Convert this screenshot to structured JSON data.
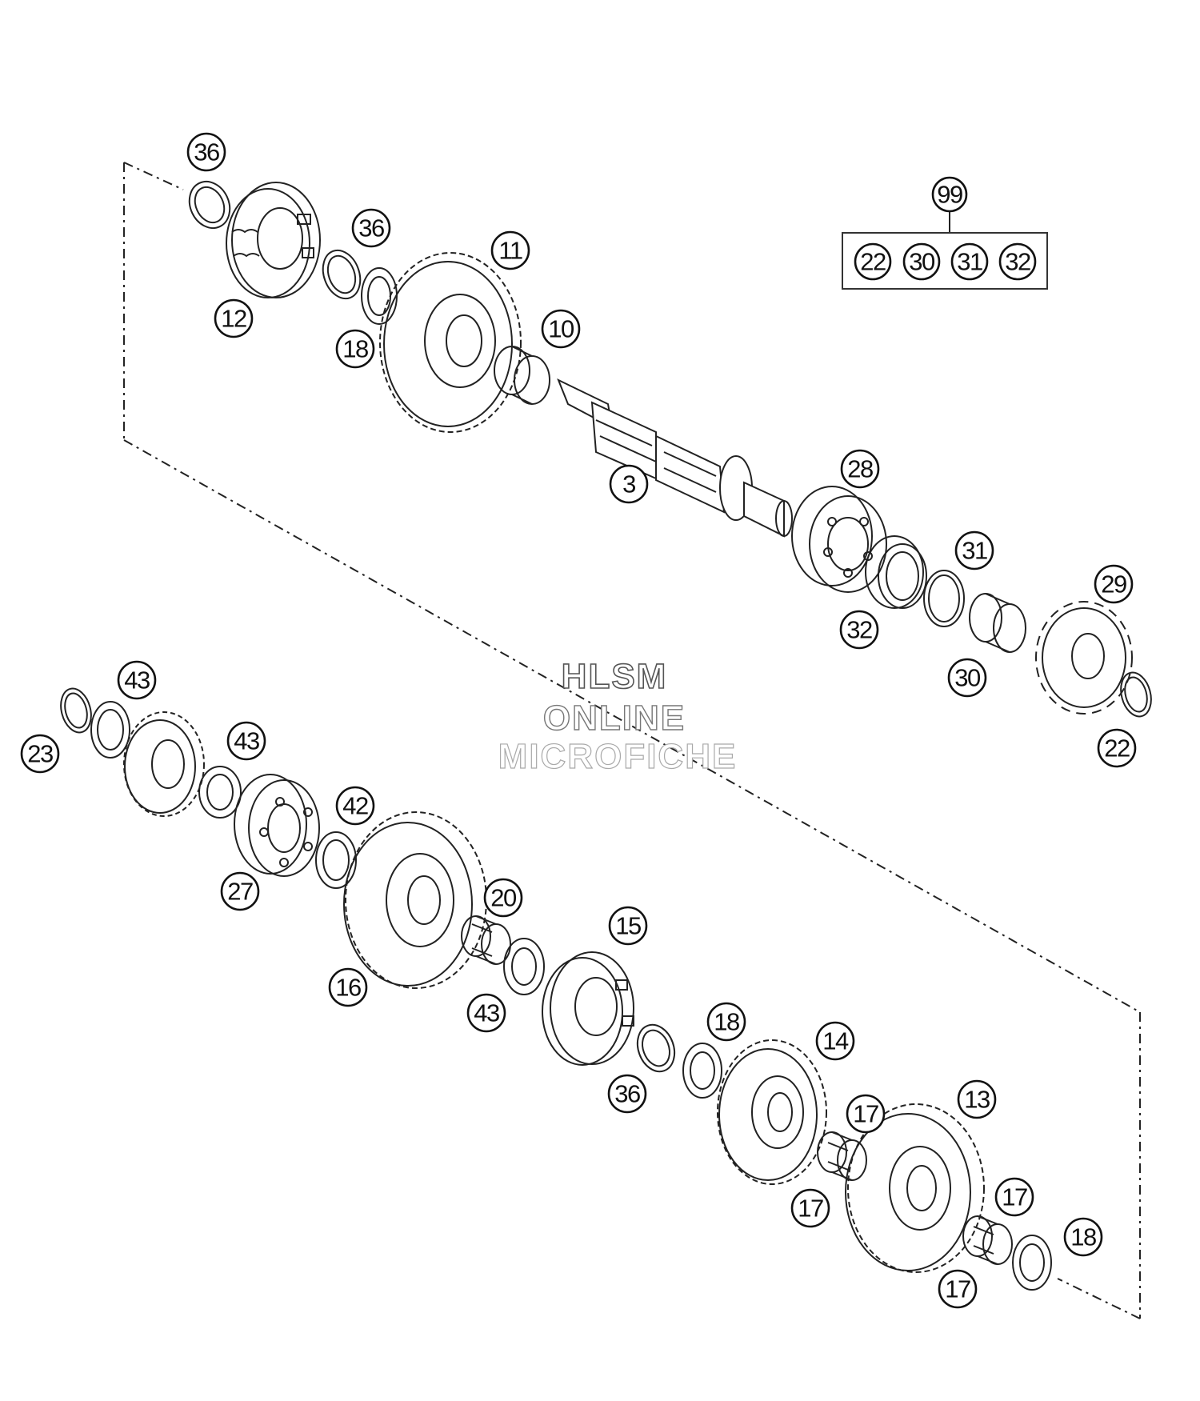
{
  "callouts": {
    "p36a": "36",
    "p12": "12",
    "p36b": "36",
    "p18a": "18",
    "p11": "11",
    "p10": "10",
    "p3": "3",
    "p28": "28",
    "p32": "32",
    "p31": "31",
    "p30": "30",
    "p29": "29",
    "p22": "22",
    "p43a": "43",
    "p23": "23",
    "p43b": "43",
    "p27": "27",
    "p42": "42",
    "p16": "16",
    "p20": "20",
    "p43c": "43",
    "p15": "15",
    "p36c": "36",
    "p18b": "18",
    "p14": "14",
    "p17a": "17",
    "p17b": "17",
    "p13": "13",
    "p17c": "17",
    "p17d": "17",
    "p18c": "18"
  },
  "kit": {
    "label": "99",
    "items": [
      "22",
      "30",
      "31",
      "32"
    ]
  },
  "watermark": {
    "line1": "HLSM",
    "line2": "ONLINE",
    "line3": "MICROFICHE"
  }
}
